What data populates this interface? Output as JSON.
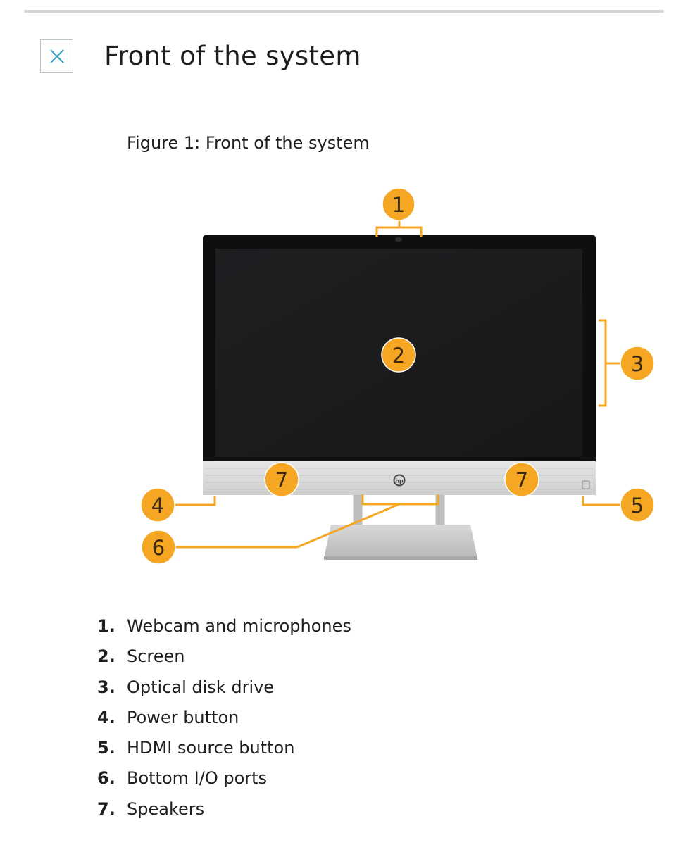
{
  "header": {
    "close_icon": "close-icon",
    "title": "Front of the system"
  },
  "figure": {
    "caption": "Figure 1: Front of the system",
    "callouts": [
      {
        "number": "1",
        "target": "webcam"
      },
      {
        "number": "2",
        "target": "screen"
      },
      {
        "number": "3",
        "target": "optical-disk-drive"
      },
      {
        "number": "4",
        "target": "power-button"
      },
      {
        "number": "5",
        "target": "hdmi-source-button"
      },
      {
        "number": "6",
        "target": "bottom-io-ports"
      },
      {
        "number": "7",
        "target": "speaker-left"
      },
      {
        "number": "7",
        "target": "speaker-right"
      }
    ],
    "callout_color": "#f5a623",
    "screen_color": "#1c1c1e",
    "bezel_color": "#101010",
    "chin_color": "#dcdcdc",
    "logo_icon": "hp-logo-icon"
  },
  "legend": [
    {
      "number": "1.",
      "label": "Webcam and microphones"
    },
    {
      "number": "2.",
      "label": "Screen"
    },
    {
      "number": "3.",
      "label": "Optical disk drive"
    },
    {
      "number": "4.",
      "label": "Power button"
    },
    {
      "number": "5.",
      "label": "HDMI source button"
    },
    {
      "number": "6.",
      "label": "Bottom I/O ports"
    },
    {
      "number": "7.",
      "label": "Speakers"
    }
  ]
}
